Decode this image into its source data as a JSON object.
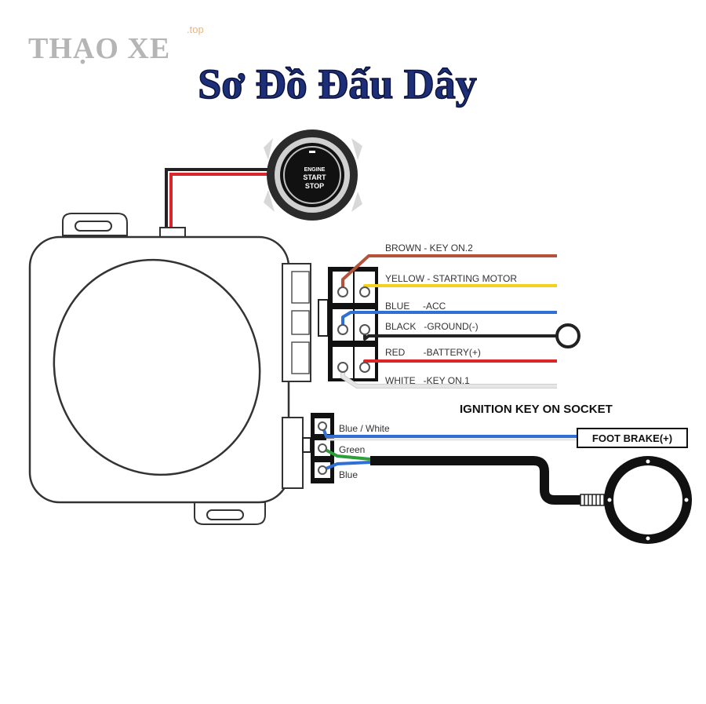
{
  "logo": {
    "text": "THẠO XE",
    "suffix": ".top",
    "color": "#b5b5b5",
    "suffix_color": "#f0b27a"
  },
  "title": {
    "text": "Sơ Đồ Đấu Dây",
    "color": "#1e2f7a"
  },
  "start_button": {
    "line1": "ENGINE",
    "line2": "START",
    "line3": "STOP"
  },
  "main_connector": {
    "wires": [
      {
        "label": "BROWN - KEY ON.2",
        "color": "#b5533a"
      },
      {
        "label": "YELLOW - STARTING MOTOR",
        "color": "#f2d21b"
      },
      {
        "label": "BLUE     -ACC",
        "color": "#2f6fd6"
      },
      {
        "label": "BLACK   -GROUND(-)",
        "color": "#222222"
      },
      {
        "label": "RED       -BATTERY(+)",
        "color": "#d9262b"
      },
      {
        "label": "WHITE   -KEY ON.1",
        "color": "#e6e6e6"
      }
    ]
  },
  "ignition_caption": "IGNITION KEY ON SOCKET",
  "small_connector": {
    "wires": [
      {
        "label": "Blue / White",
        "color": "#2f6fd6"
      },
      {
        "label": "Green",
        "color": "#2e9e3a"
      },
      {
        "label": "Blue",
        "color": "#2f6fd6"
      }
    ]
  },
  "foot_brake_label": "FOOT BRAKE(+)"
}
